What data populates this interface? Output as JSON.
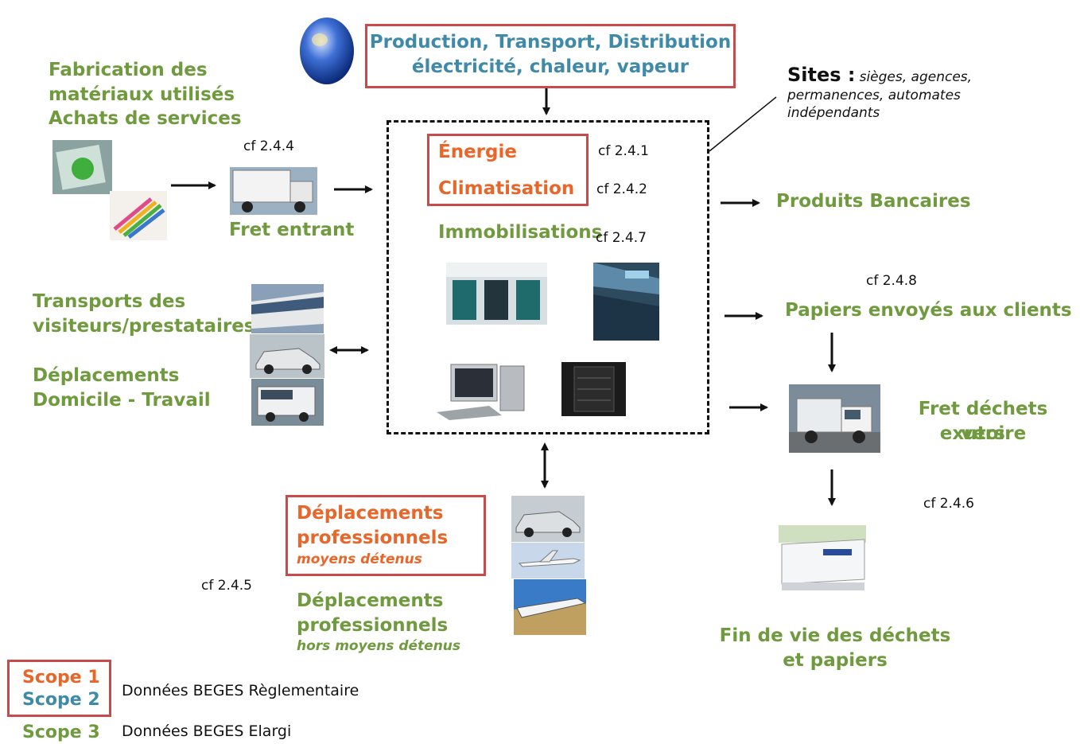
{
  "top_box": {
    "line1": "Production, Transport, Distribution",
    "line2": "électricité, chaleur, vapeur"
  },
  "sites": {
    "title": "Sites :",
    "desc_line1": "sièges, agences,",
    "desc_line2": "permanences, automates",
    "desc_line3": "indépendants"
  },
  "fabrication": {
    "line1": "Fabrication des",
    "line2": "matériaux utilisés",
    "line3": "Achats de services",
    "ref": "cf 2.4.4"
  },
  "fret_entrant": "Fret entrant",
  "center": {
    "energie": "Énergie",
    "energie_ref": "cf 2.4.1",
    "climatisation": "Climatisation",
    "climatisation_ref": "cf 2.4.2",
    "immobilisations": "Immobilisations",
    "immobilisations_ref": "cf 2.4.7"
  },
  "produits_bancaires": "Produits Bancaires",
  "papiers": {
    "ref": "cf 2.4.8",
    "label": "Papiers envoyés aux clients"
  },
  "transports": {
    "line1": "Transports des",
    "line2": "visiteurs/prestataires"
  },
  "domicile": {
    "line1": "Déplacements",
    "line2": "Domicile - Travail"
  },
  "fret_dechets": {
    "line1": "Fret déchets vers",
    "line2": "exutoire",
    "ref": "cf 2.4.6"
  },
  "fin_de_vie": {
    "line1": "Fin de vie des déchets",
    "line2": "et papiers"
  },
  "dep_pro_detenus": {
    "line1": "Déplacements",
    "line2": "professionnels",
    "line3": "moyens détenus"
  },
  "dep_pro_hors": {
    "line1": "Déplacements",
    "line2": "professionnels",
    "line3": "hors moyens détenus"
  },
  "dep_pro_ref": "cf 2.4.5",
  "legend": {
    "scope1": "Scope 1",
    "scope2": "Scope 2",
    "scope3": "Scope 3",
    "reglementaire": "Données BEGES Règlementaire",
    "elargi": "Données BEGES Elargi"
  },
  "colors": {
    "scope1": "#e8662a",
    "scope2": "#3f8aa8",
    "scope3": "#6f9a3e",
    "frame": "#c94a4a"
  }
}
